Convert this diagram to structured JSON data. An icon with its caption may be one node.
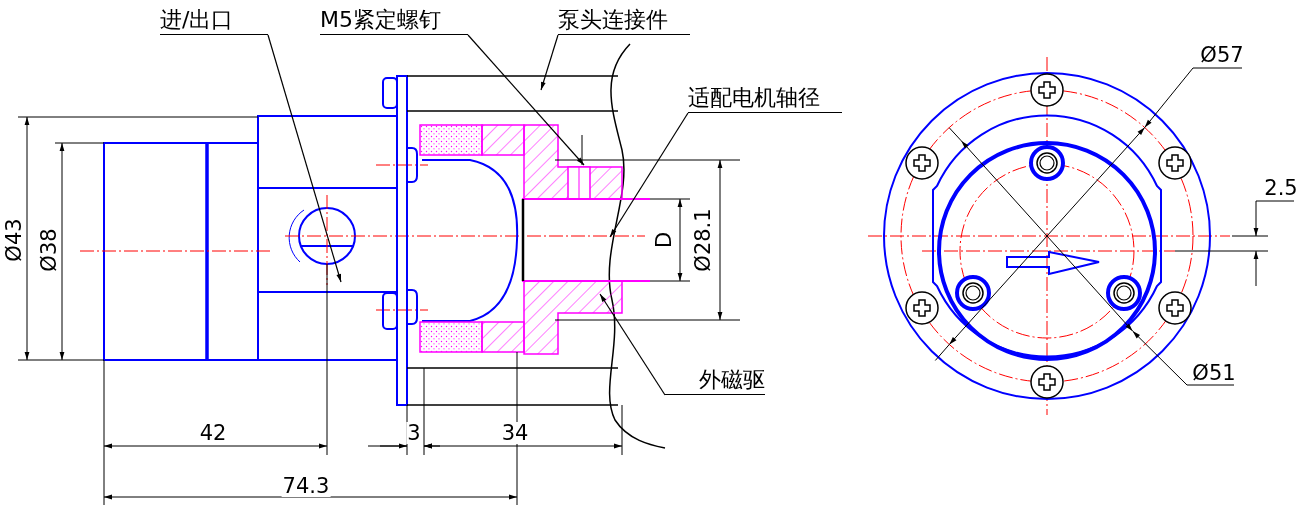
{
  "diagram": {
    "nodes": [
      {
        "text": [
          "进/出口"
        ]
      },
      {
        "text": [
          "M5紧定螺钉"
        ]
      },
      {
        "text": [
          "泵头连接件"
        ]
      },
      {
        "text": [
          "适配电机轴径"
        ]
      },
      {
        "text": [
          "外磁驱"
        ]
      }
    ],
    "edges": [
      {
        "from": 0,
        "to": null,
        "arrow": "to"
      },
      {
        "from": 1,
        "to": null,
        "arrow": "to"
      },
      {
        "from": 2,
        "to": null,
        "arrow": "to"
      },
      {
        "from": 3,
        "to": null,
        "arrow": "to"
      },
      {
        "from": 4,
        "to": null,
        "arrow": "to"
      }
    ],
    "labels": [
      "Ø43",
      "Ø38",
      "D",
      "Ø28.1",
      "42",
      "3",
      "34",
      "74.3",
      "Ø57",
      "Ø51",
      "2.5"
    ]
  }
}
